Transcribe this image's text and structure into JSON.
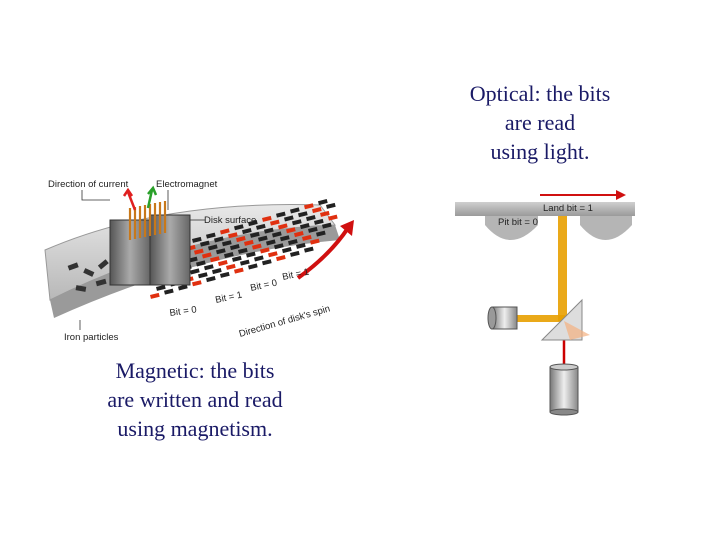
{
  "optical": {
    "caption_lines": [
      "Optical:  the bits",
      "are read",
      "using light."
    ],
    "labels": {
      "land": "Land bit = 1",
      "pit": "Pit bit = 0"
    },
    "colors": {
      "laser": "#e8a000",
      "beam": "#cc0000",
      "arrow": "#d01010"
    }
  },
  "magnetic": {
    "caption_lines": [
      "Magnetic:  the bits",
      "are written and read",
      "using magnetism."
    ],
    "labels": {
      "direction_of_current": "Direction of current",
      "electromagnet": "Electromagnet",
      "disk_surface": "Disk surface",
      "bit1a": "Bit = 1",
      "bit0a": "Bit = 0",
      "bit1b": "Bit = 1",
      "bit0b": "Bit = 0",
      "direction_of_spin": "Direction of disk's spin",
      "iron_particles": "Iron particles"
    },
    "colors": {
      "particle_red": "#e03010",
      "particle_black": "#222222",
      "arrow": "#d01010",
      "current_arrow": "#2aa02a"
    }
  }
}
